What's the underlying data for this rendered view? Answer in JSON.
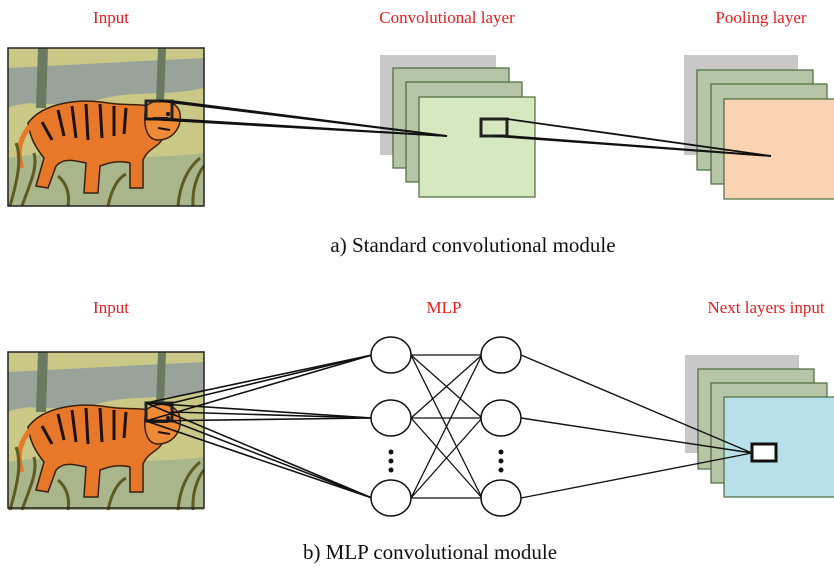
{
  "panel_a": {
    "label_input": "Input",
    "label_conv": "Convolutional layer",
    "label_pool": "Pooling layer",
    "caption": "a) Standard convolutional module"
  },
  "panel_b": {
    "label_input": "Input",
    "label_mlp": "MLP",
    "label_next": "Next layers input",
    "caption": "b) MLP convolutional module"
  },
  "colors": {
    "label_red": "#e31d1d",
    "conv_front": "#d6e8c0",
    "pool_front": "#fad3b3",
    "next_front": "#b7e0ea",
    "stack_mid": "#b6c4a8",
    "stack_back": "#c8c8c8",
    "image_bg": "#c9c886"
  },
  "icons": [
    "tiger-image-icon"
  ]
}
